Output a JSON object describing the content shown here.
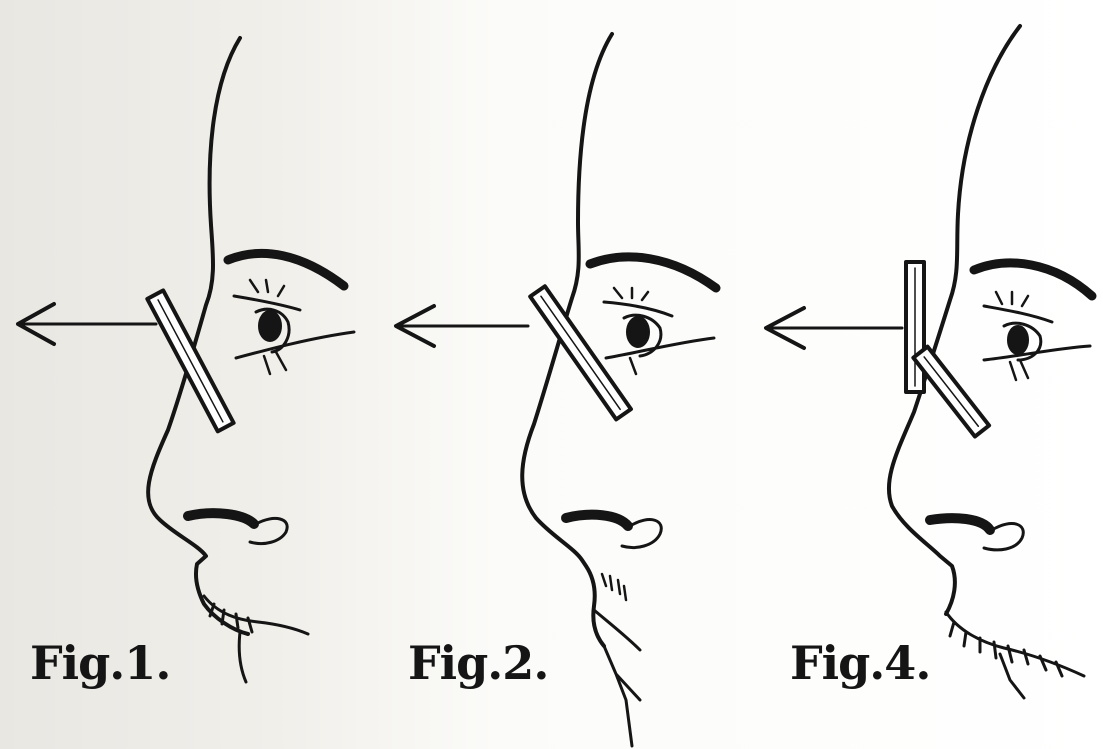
{
  "figures": [
    {
      "label": "Fig.1."
    },
    {
      "label": "Fig.2."
    },
    {
      "label": "Fig.4."
    }
  ],
  "ink_color": "#151515",
  "paper_color": "#f4f2ee",
  "icons": [
    "arrow-left-icon",
    "glass-plate-icon",
    "eye-icon",
    "eyebrow-icon",
    "nostril-icon"
  ]
}
